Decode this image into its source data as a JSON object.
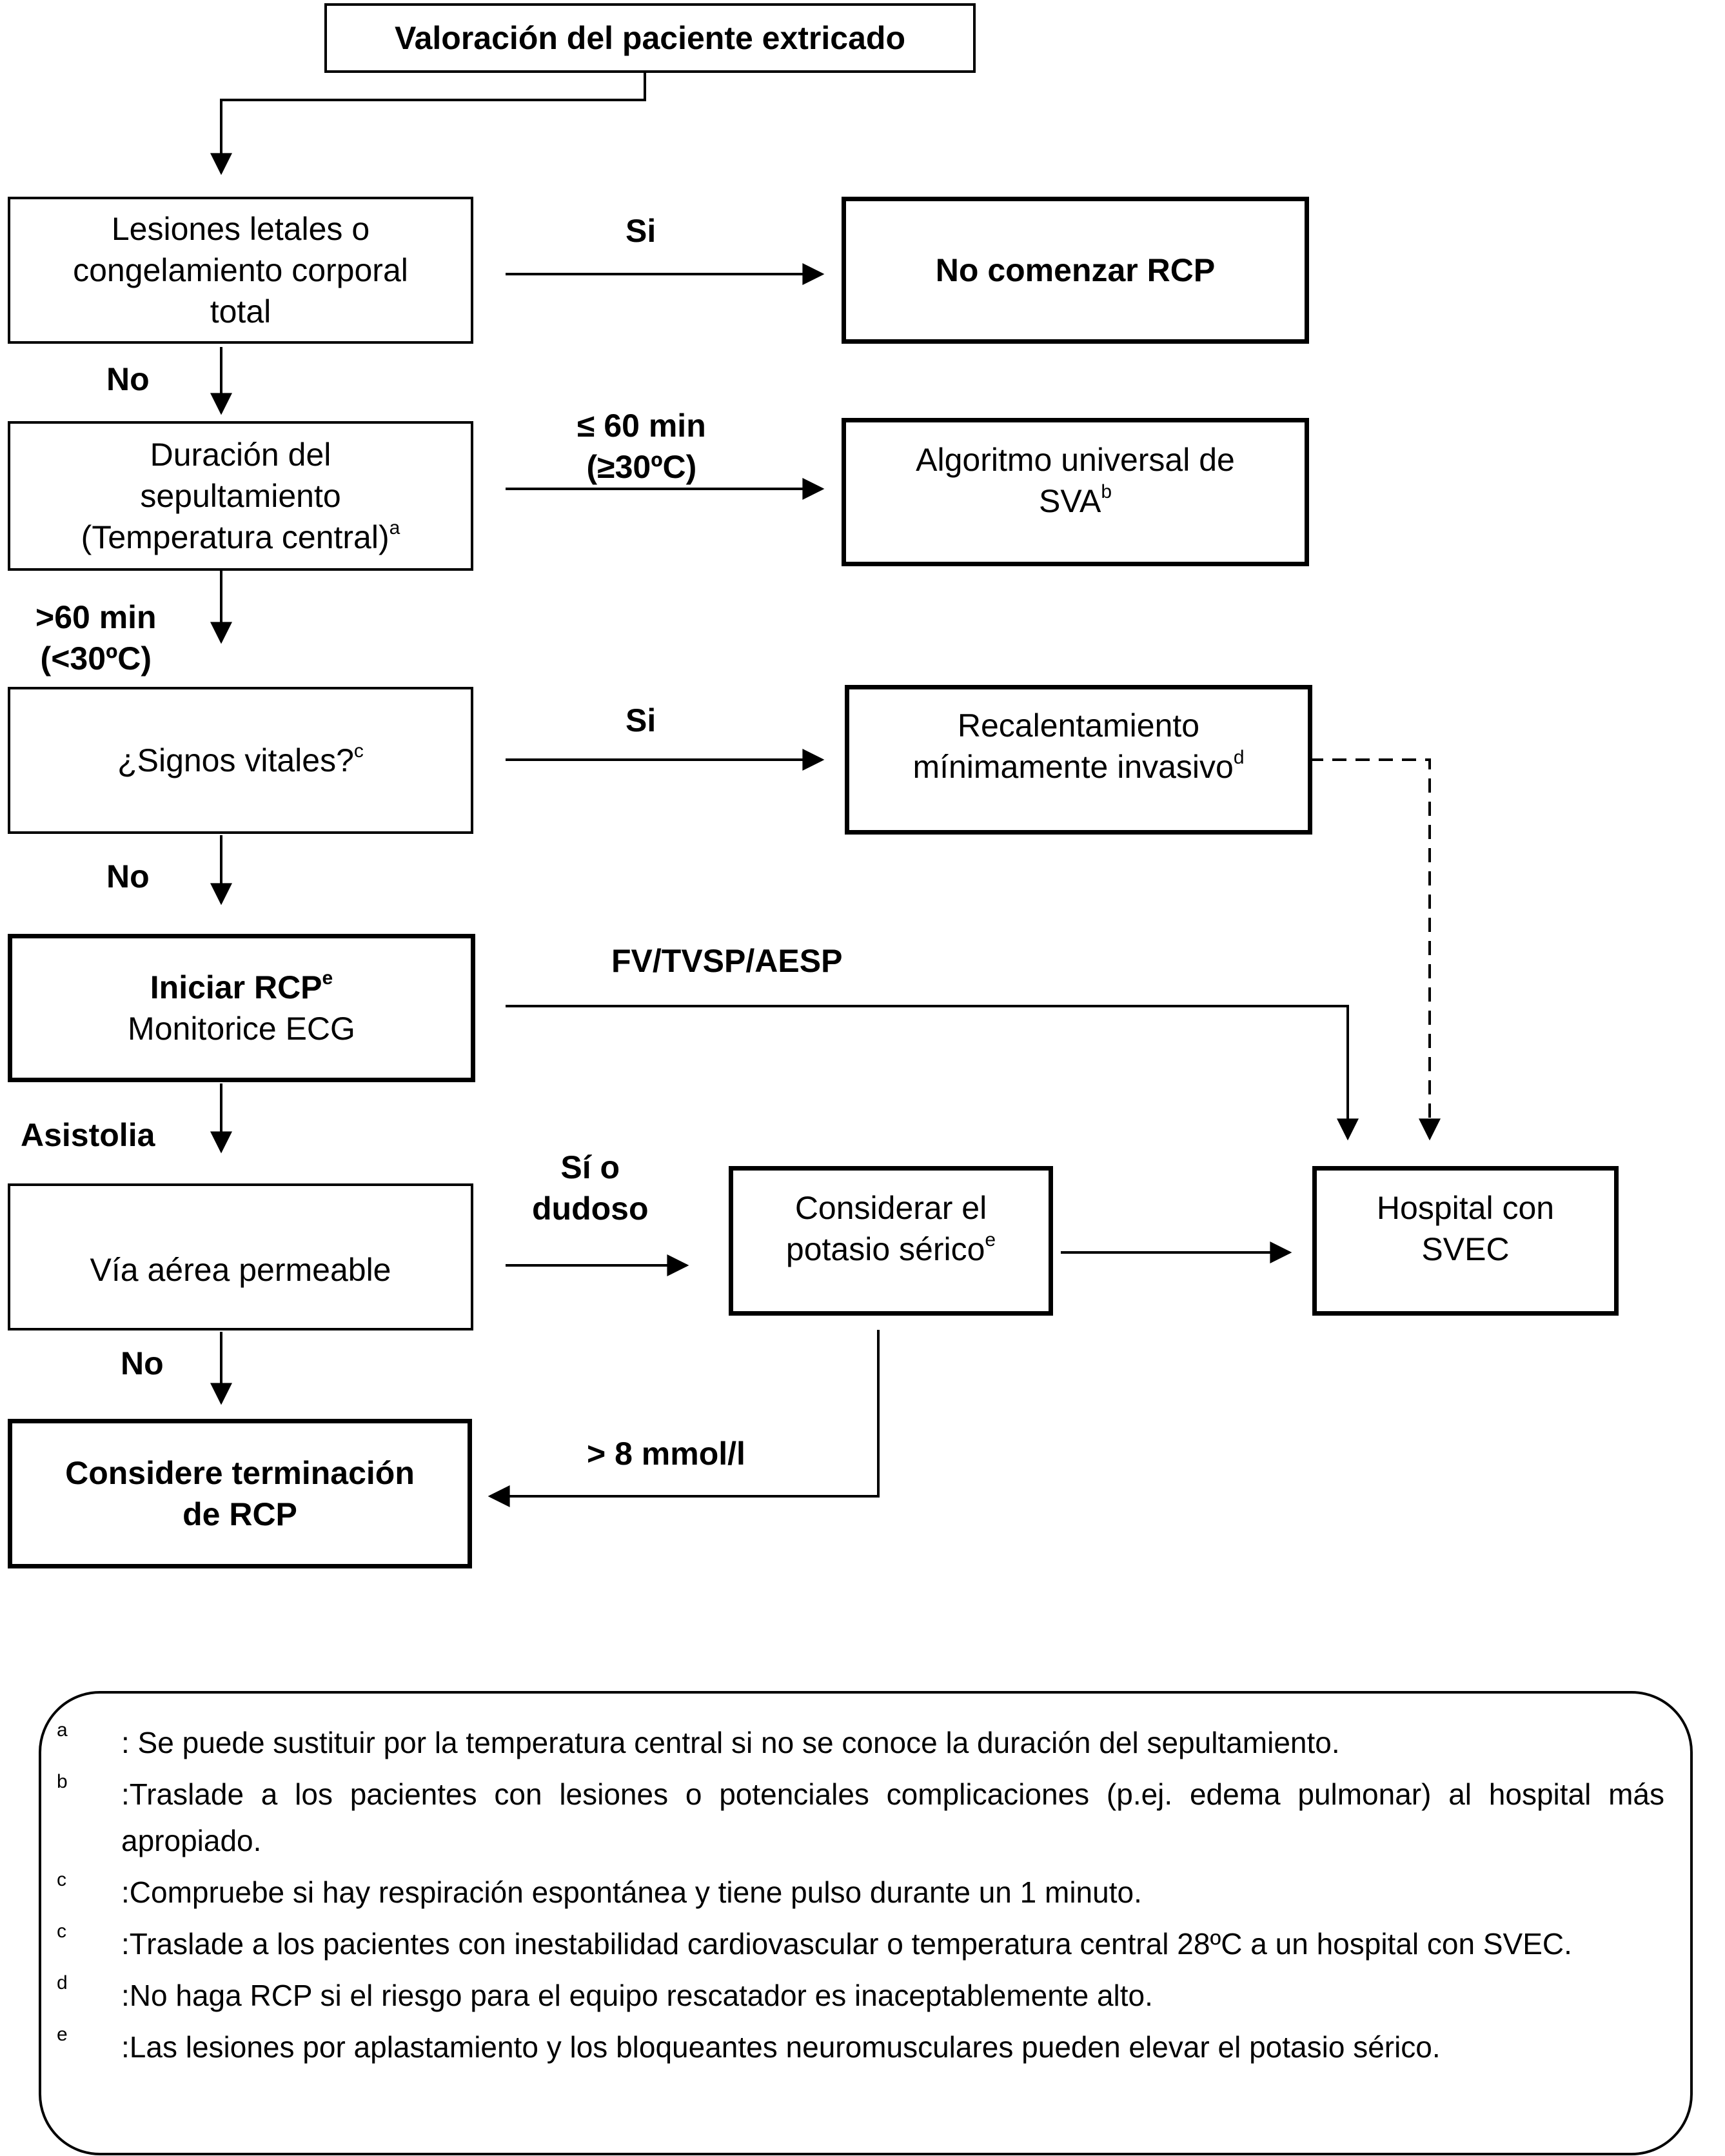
{
  "nodes": {
    "start": "Valoración del paciente extricado",
    "lethal": [
      "Lesiones letales o",
      "congelamiento corporal",
      "total"
    ],
    "no_cpr": "No comenzar RCP",
    "burial": [
      "Duración del",
      "sepultamiento",
      "(Temperatura central)"
    ],
    "burial_sup": "a",
    "universal": [
      "Algoritmo universal de",
      "SVA"
    ],
    "universal_sup": "b",
    "vitals": "¿Signos vitales?",
    "vitals_sup": "c",
    "rewarm": [
      "Recalentamiento",
      "mínimamente invasivo"
    ],
    "rewarm_sup": "d",
    "start_cpr": "Iniciar RCP",
    "start_cpr_sup": "e",
    "monitor": "Monitorice ECG",
    "airway": "Vía aérea permeable",
    "potassium": [
      "Considerar el",
      "potasio sérico"
    ],
    "potassium_sup": "e",
    "hospital": [
      "Hospital con",
      "SVEC"
    ],
    "terminate": [
      "Considere terminación",
      "de RCP"
    ]
  },
  "edges": {
    "si_1": "Si",
    "no_1": "No",
    "le60": [
      "≤ 60 min",
      "(≥30ºC)"
    ],
    "gt60": [
      ">60 min",
      "(<30ºC)"
    ],
    "si_2": "Si",
    "no_2": "No",
    "rhythms": "FV/TVSP/AESP",
    "asystole": "Asistolia",
    "yes_doubtful": [
      "Sí o",
      "dudoso"
    ],
    "no_3": "No",
    "k_high": "> 8 mmol/l"
  },
  "notes": [
    {
      "mark": "a",
      "text": ": Se puede sustituir por la temperatura central si no se conoce la duración del sepultamiento."
    },
    {
      "mark": "b",
      "text": ":Traslade a los pacientes con lesiones o potenciales complicaciones (p.ej. edema pulmonar) al hospital más apropiado."
    },
    {
      "mark": "c",
      "text": ":Compruebe si hay respiración espontánea y tiene pulso durante un 1 minuto."
    },
    {
      "mark": "c",
      "text": ":Traslade a los pacientes con inestabilidad cardiovascular o temperatura central  28ºC a un hospital con SVEC."
    },
    {
      "mark": "d",
      "text": ":No haga RCP si el riesgo para el equipo rescatador es inaceptablemente alto."
    },
    {
      "mark": "e",
      "text": ":Las lesiones por aplastamiento y los bloqueantes neuromusculares pueden elevar el potasio sérico."
    }
  ]
}
